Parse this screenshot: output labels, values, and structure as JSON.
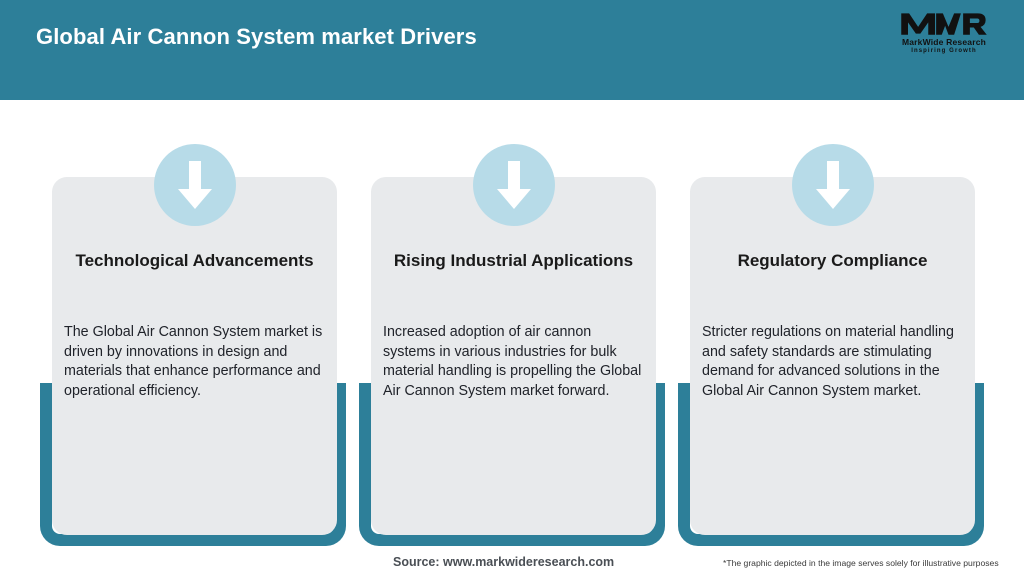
{
  "header": {
    "title": "Global Air Cannon System market Drivers",
    "band_color": "#2d7f99",
    "title_color": "#ffffff"
  },
  "logo": {
    "mark": "MWR",
    "name": "MarkWide Research",
    "tagline": "Inspiring Growth"
  },
  "cards": [
    {
      "icon": "down-arrow-icon",
      "title": "Technological Advancements",
      "body": "The Global Air Cannon System market is driven by innovations in design and materials that enhance performance and operational efficiency."
    },
    {
      "icon": "down-arrow-icon",
      "title": "Rising Industrial Applications",
      "body": "Increased adoption of air cannon systems in various industries for bulk material handling is propelling the Global Air Cannon System market forward."
    },
    {
      "icon": "down-arrow-icon",
      "title": "Regulatory Compliance",
      "body": "Stricter regulations on material handling and safety standards are stimulating demand for advanced solutions in the Global Air Cannon System market."
    }
  ],
  "footer": {
    "source": "Source: www.markwideresearch.com",
    "disclaimer": "*The graphic depicted in the image serves solely for illustrative purposes"
  },
  "colors": {
    "accent_teal": "#2d7f99",
    "card_gray": "#e8eaec",
    "icon_circle_blue": "#b7dbe8",
    "arrow_white": "#ffffff"
  }
}
